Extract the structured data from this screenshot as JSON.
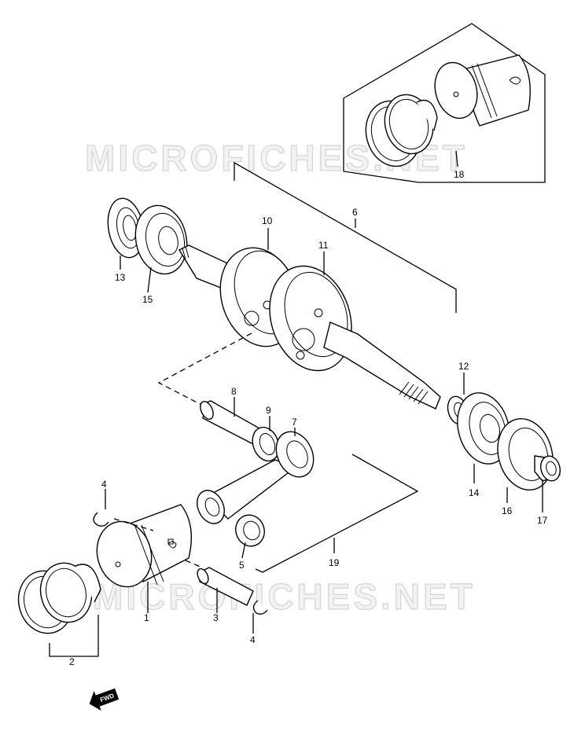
{
  "watermark": {
    "text": "MICROFICHES.NET"
  },
  "callouts": [
    {
      "id": "1",
      "label": "1"
    },
    {
      "id": "2",
      "label": "2"
    },
    {
      "id": "3",
      "label": "3"
    },
    {
      "id": "4a",
      "label": "4"
    },
    {
      "id": "4b",
      "label": "4"
    },
    {
      "id": "5",
      "label": "5"
    },
    {
      "id": "6",
      "label": "6"
    },
    {
      "id": "7",
      "label": "7"
    },
    {
      "id": "8",
      "label": "8"
    },
    {
      "id": "9",
      "label": "9"
    },
    {
      "id": "10",
      "label": "10"
    },
    {
      "id": "11",
      "label": "11"
    },
    {
      "id": "12",
      "label": "12"
    },
    {
      "id": "13",
      "label": "13"
    },
    {
      "id": "14",
      "label": "14"
    },
    {
      "id": "15",
      "label": "15"
    },
    {
      "id": "16",
      "label": "16"
    },
    {
      "id": "17",
      "label": "17"
    },
    {
      "id": "18",
      "label": "18"
    },
    {
      "id": "19",
      "label": "19"
    }
  ],
  "fwd_arrow": {
    "label": "FWD"
  }
}
